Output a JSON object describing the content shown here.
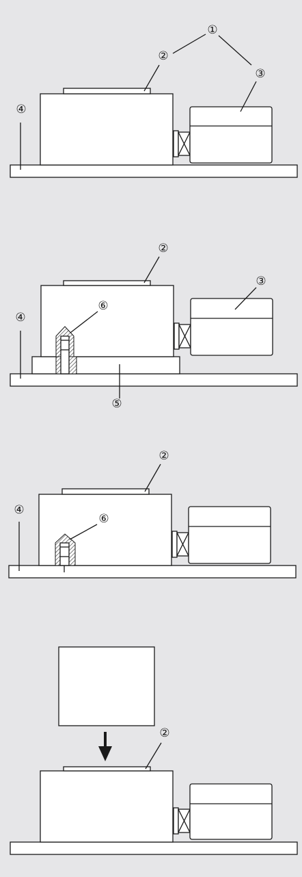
{
  "labels": {
    "one": "①",
    "two": "②",
    "three": "③",
    "four": "④",
    "five": "⑤",
    "six": "⑥"
  },
  "colors": {
    "background": "#e6e6e8",
    "line": "#1a1a1a",
    "fill": "#ffffff"
  },
  "icons": {
    "arrow": "down-arrow-icon"
  }
}
